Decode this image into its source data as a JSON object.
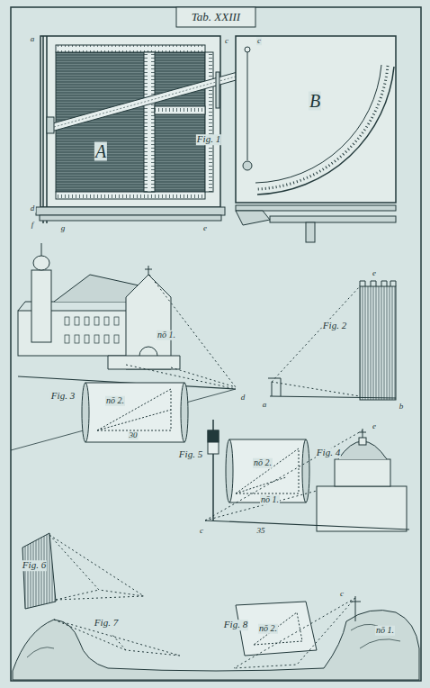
{
  "diagram": {
    "title": "Tab. XXIII",
    "labels": [
      "Fig. 1",
      "A",
      "B",
      "nō 1.",
      "Fig. 2",
      "Fig. 3",
      "nō 2.",
      "Fig. 5",
      "nō 2.",
      "Fig. 4",
      "nō 1.",
      "Fig. 6",
      "Fig. 7",
      "Fig. 8",
      "nō 2.",
      "nō 1.",
      "a",
      "c",
      "d",
      "f",
      "g",
      "e",
      "c",
      "e",
      "a",
      "b",
      "d",
      "30",
      "e",
      "c",
      "35",
      "c"
    ]
  }
}
